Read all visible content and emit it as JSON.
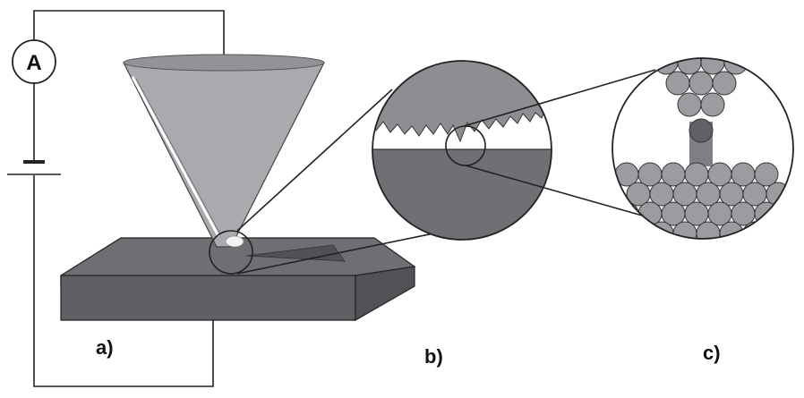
{
  "ammeter": {
    "symbol": "A"
  },
  "panel_labels": {
    "a": "a)",
    "b": "b)",
    "c": "c)"
  },
  "colors": {
    "tip": "#a8aaad",
    "tip_top": "#919396",
    "sample_top": "#6d6f72",
    "sample_front": "#5e6063",
    "sample_side": "#505255",
    "b_tip_region": "#8c8e91",
    "b_sample_region": "#6e7073",
    "atom": "#9a9c9f",
    "atom_dark": "#5f6164",
    "wire": "#222222"
  }
}
